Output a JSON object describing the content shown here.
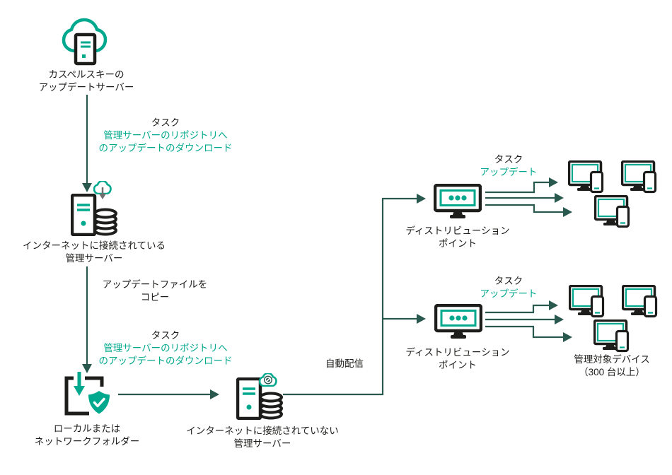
{
  "palette": {
    "teal": "#00A88E",
    "dark_green": "#29594E",
    "ink": "#1D1D1B",
    "gray": "#6F6F6F",
    "background": "#FFFFFF"
  },
  "icons": {
    "kaspersky_update_servers": "cloud-server-icon",
    "admin_server_online": "server-database-cloud-download-icon",
    "local_folder": "download-folder-shield-check-icon",
    "admin_server_offline": "server-database-cloud-blocked-icon",
    "distribution_point": "monitor-dots-icon",
    "managed_device": "desktop-with-phone-icon"
  },
  "nodes": {
    "kaspersky_update_servers": {
      "line1": "カスペルスキーの",
      "line2": "アップデートサーバー"
    },
    "admin_server_online": {
      "line1": "インターネットに接続されている",
      "line2": "管理サーバー"
    },
    "local_folder": {
      "line1": "ローカルまたは",
      "line2": "ネットワークフォルダー"
    },
    "admin_server_offline": {
      "line1": "インターネットに接続されていない",
      "line2": "管理サーバー"
    },
    "distribution_point_1": {
      "line1": "ディストリビューション",
      "line2": "ポイント"
    },
    "distribution_point_2": {
      "line1": "ディストリビューション",
      "line2": "ポイント"
    },
    "managed_devices": {
      "line1": "管理対象デバイス",
      "line2": "（300 台以上）"
    }
  },
  "edge_labels": {
    "task_download_to_online": {
      "title": "タスク",
      "line1": "管理サーバーのリポジトリへ",
      "line2": "のアップデートのダウンロード"
    },
    "copy_update_files": {
      "line1": "アップデートファイルを",
      "line2": "コピー"
    },
    "task_download_to_offline": {
      "title": "タスク",
      "line1": "管理サーバーのリポジトリへ",
      "line2": "のアップデートのダウンロード"
    },
    "auto_delivery": {
      "line1": "自動配信"
    },
    "task_update_top": {
      "title": "タスク",
      "line1": "アップデート"
    },
    "task_update_bottom": {
      "title": "タスク",
      "line1": "アップデート"
    }
  }
}
